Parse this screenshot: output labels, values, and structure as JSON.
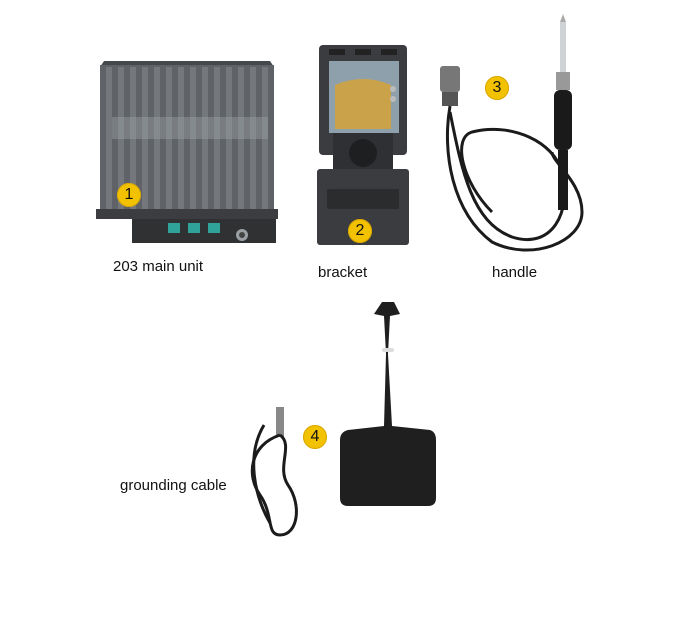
{
  "items": [
    {
      "number": "1",
      "caption": "203 main unit",
      "icon": "soldering-station-main-unit"
    },
    {
      "number": "2",
      "caption": "bracket",
      "icon": "iron-holder-bracket"
    },
    {
      "number": "3",
      "caption": "handle",
      "icon": "soldering-iron-handle"
    },
    {
      "number": "4",
      "caption": "grounding cable",
      "icon": "grounding-cable"
    }
  ],
  "pad_icon": "anti-static-pad",
  "colors": {
    "badge": "#f2c200",
    "unit_body": "#5a5d60",
    "bracket": "#3a3c3f",
    "sponge": "#c9a24a",
    "cable": "#1b1b1b",
    "pad": "#1f1f1f"
  }
}
